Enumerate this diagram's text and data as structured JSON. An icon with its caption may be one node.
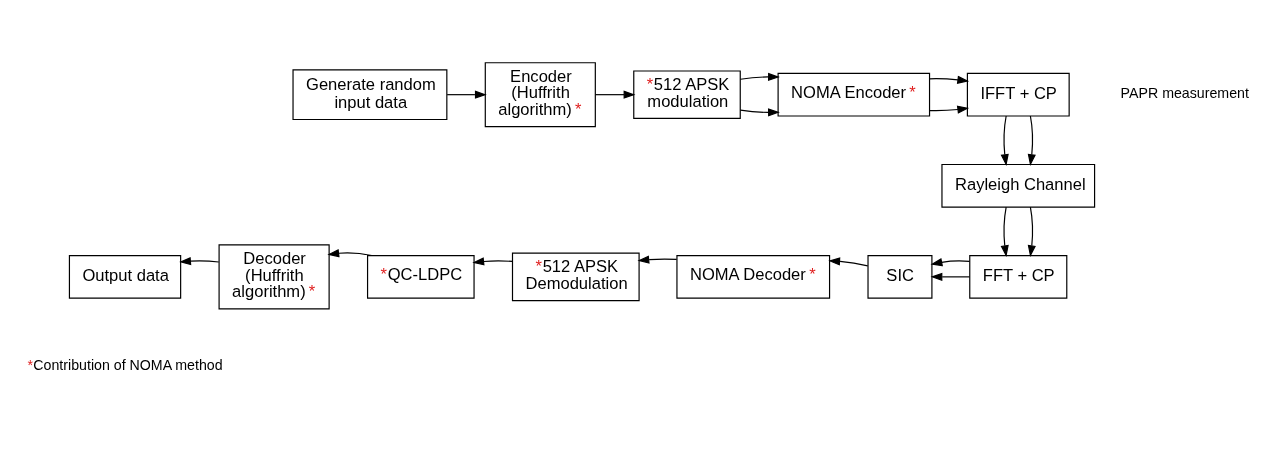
{
  "diagram": {
    "nodes": [
      {
        "text": [
          "Generate random input data"
        ]
      },
      {
        "text": [
          "Encoder (Huffrith algorithm) *"
        ]
      },
      {
        "text": [
          "*512 APSK modulation"
        ]
      },
      {
        "text": [
          "NOMA Encoder *"
        ]
      },
      {
        "text": [
          "IFFT + CP"
        ]
      },
      {
        "text": [
          "Rayleigh Channel"
        ]
      },
      {
        "text": [
          "FFT + CP"
        ]
      },
      {
        "text": [
          "SIC"
        ]
      },
      {
        "text": [
          "NOMA Decoder *"
        ]
      },
      {
        "text": [
          "*512 APSK Demodulation"
        ]
      },
      {
        "text": [
          "*QC-LDPC"
        ]
      },
      {
        "text": [
          "Decoder (Huffrith algorithm) *"
        ]
      },
      {
        "text": [
          "Output data"
        ]
      }
    ],
    "edges": [
      {
        "from": 0,
        "to": 1,
        "arrow": "to"
      },
      {
        "from": 1,
        "to": 2,
        "arrow": "to"
      },
      {
        "from": 2,
        "to": 3,
        "arrow": "to"
      },
      {
        "from": 2,
        "to": 3,
        "arrow": "to"
      },
      {
        "from": 3,
        "to": 4,
        "arrow": "to"
      },
      {
        "from": 3,
        "to": 4,
        "arrow": "to"
      },
      {
        "from": 4,
        "to": 5,
        "arrow": "to"
      },
      {
        "from": 4,
        "to": 5,
        "arrow": "to"
      },
      {
        "from": 5,
        "to": 6,
        "arrow": "to"
      },
      {
        "from": 5,
        "to": 6,
        "arrow": "to"
      },
      {
        "from": 6,
        "to": 7,
        "arrow": "to"
      },
      {
        "from": 6,
        "to": 7,
        "arrow": "to"
      },
      {
        "from": 7,
        "to": 8,
        "arrow": "to"
      },
      {
        "from": 8,
        "to": 9,
        "arrow": "to"
      },
      {
        "from": 9,
        "to": 10,
        "arrow": "to"
      },
      {
        "from": 10,
        "to": 11,
        "arrow": "to"
      },
      {
        "from": 11,
        "to": 12,
        "arrow": "to"
      }
    ],
    "labels": [
      "PAPR measurement",
      "*Contribution of NOMA method"
    ]
  }
}
